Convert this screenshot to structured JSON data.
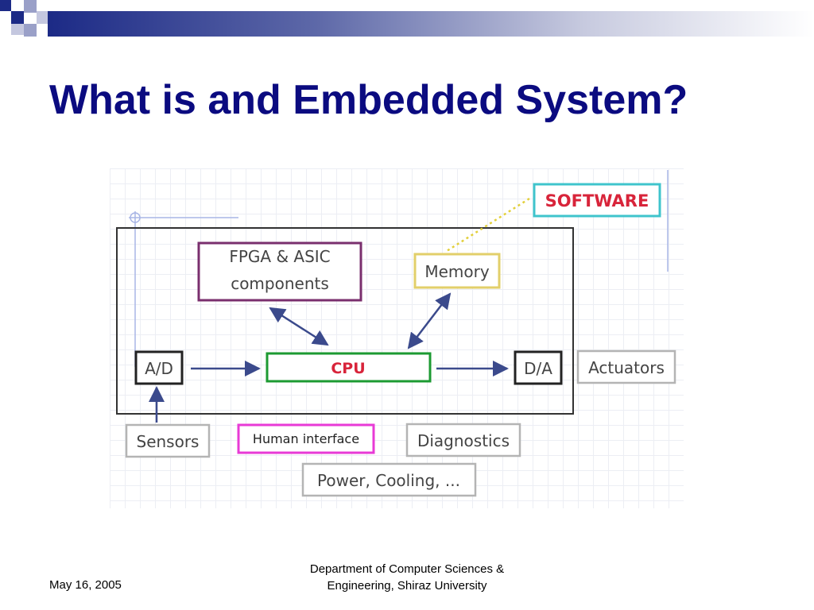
{
  "slide": {
    "title": "What is and Embedded System?",
    "footer_date": "May 16, 2005",
    "footer_department_line1": "Department of Computer Sciences &",
    "footer_department_line2": "Engineering, Shiraz University"
  },
  "diagram": {
    "software": "SOFTWARE",
    "fpga_line1": "FPGA & ASIC",
    "fpga_line2": "components",
    "memory": "Memory",
    "ad": "A/D",
    "cpu": "CPU",
    "da": "D/A",
    "actuators": "Actuators",
    "sensors": "Sensors",
    "human_interface": "Human interface",
    "diagnostics": "Diagnostics",
    "power": "Power, Cooling, ..."
  },
  "colors": {
    "title": "#0b0b80",
    "software_border": "#3fc4cc",
    "software_text": "#d8243a",
    "fpga_border": "#7a2f6e",
    "memory_border": "#e2cf6a",
    "cpu_border": "#1c9a32",
    "cpu_text": "#d8243a",
    "human_border": "#e83ad6",
    "arrow": "#3b4a8c",
    "gray_border": "#b4b4b4"
  }
}
